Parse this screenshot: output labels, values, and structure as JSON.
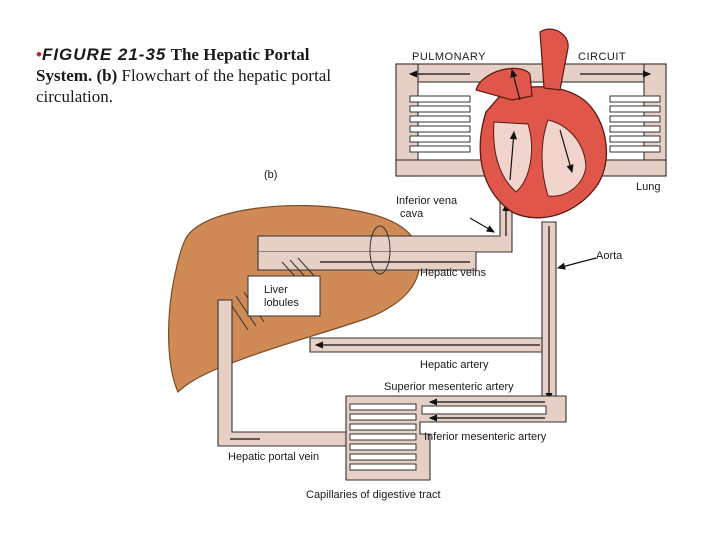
{
  "caption": {
    "bullet": "•",
    "figure_label": "FIGURE 21-35",
    "title": "The Hepatic Portal System.",
    "part": "(b)",
    "description": "Flowchart of the hepatic portal circulation."
  },
  "diagram": {
    "panel_label": "(b)",
    "pulmonary": "PULMONARY",
    "circuit": "CIRCUIT",
    "lung": "Lung",
    "ivc_line1": "Inferior vena",
    "ivc_line2": "cava",
    "aorta": "Aorta",
    "hepatic_veins": "Hepatic veins",
    "liver_lobules_line1": "Liver",
    "liver_lobules_line2": "lobules",
    "hepatic_artery": "Hepatic artery",
    "superior_mesenteric_artery": "Superior mesenteric artery",
    "inferior_mesenteric_artery": "Inferior mesenteric artery",
    "hepatic_portal_vein": "Hepatic portal vein",
    "capillaries": "Capillaries of digestive tract"
  },
  "colors": {
    "heart": "#e0564a",
    "liver": "#cf8a55",
    "vessel": "#e6cfc5",
    "bullet": "#c62828"
  }
}
